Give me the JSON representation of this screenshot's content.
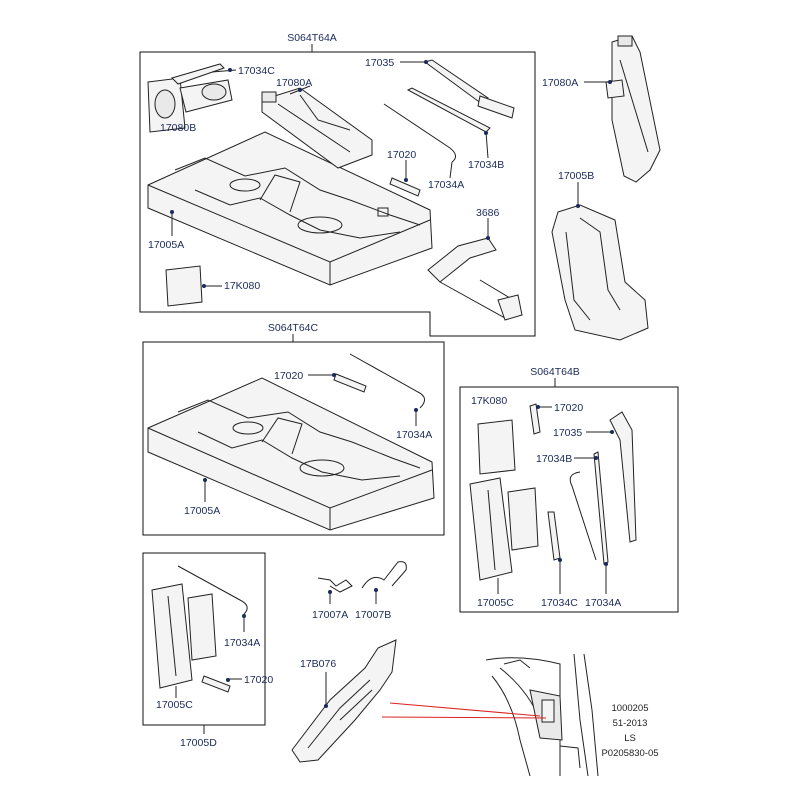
{
  "groups": {
    "top": "S064T64A",
    "middle": "S064T64C",
    "right": "S064T64B"
  },
  "labels": {
    "l1": "17034C",
    "l2": "17080A",
    "l3": "17035",
    "l4": "17080B",
    "l5": "17020",
    "l6": "17034B",
    "l7": "17034A",
    "l8": "3686",
    "l9": "17005A",
    "l10": "17K080",
    "l11": "17080A",
    "l12": "17005B",
    "m1": "17020",
    "m2": "17034A",
    "m3": "17005A",
    "r1": "17K080",
    "r2": "17020",
    "r3": "17035",
    "r4": "17034B",
    "r5": "17005C",
    "r6": "17034C",
    "r7": "17034A",
    "b1": "17034A",
    "b2": "17020",
    "b3": "17005C",
    "b4": "17005D",
    "c1": "17007A",
    "c2": "17007B",
    "c3": "17B076"
  },
  "footer": {
    "line1": "1000205",
    "line2": "51-2013",
    "line3": "LS",
    "line4": "P0205830-05"
  }
}
